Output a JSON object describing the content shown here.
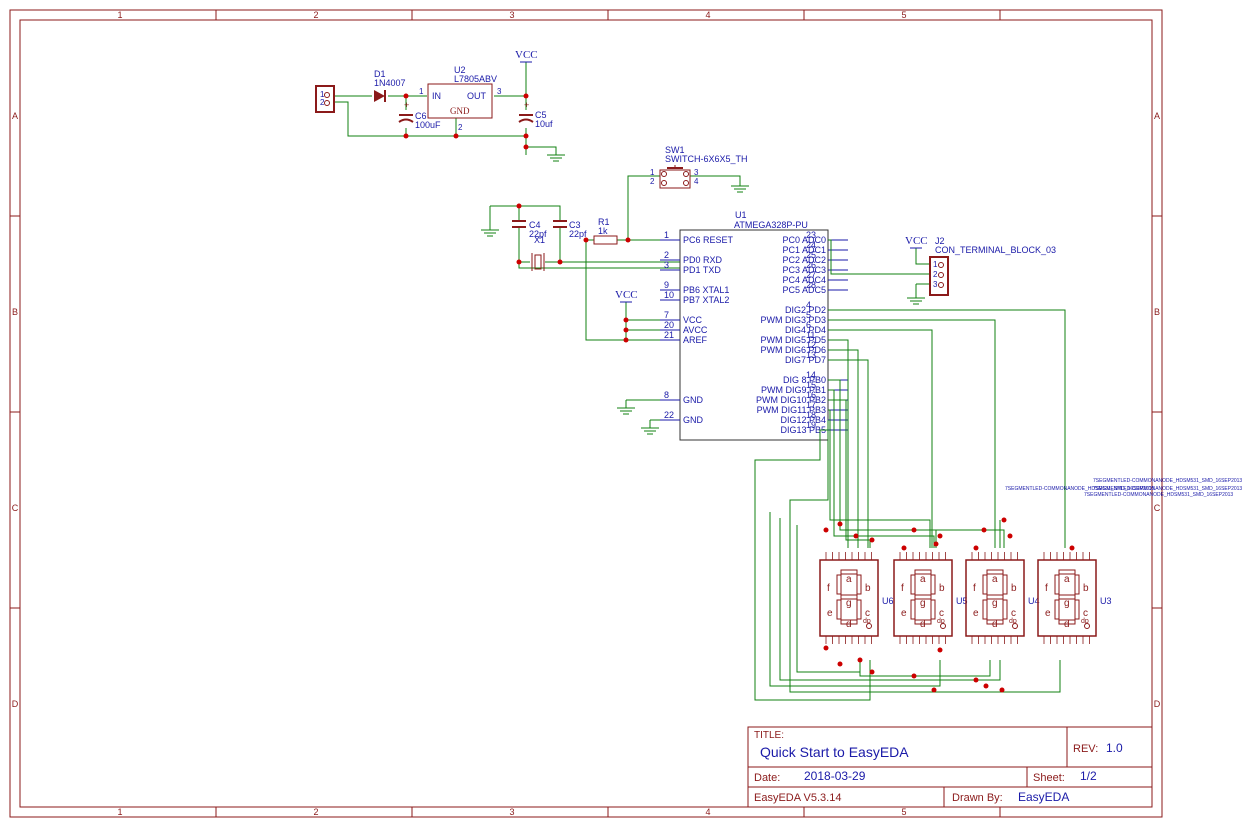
{
  "frame": {
    "columns": [
      "1",
      "2",
      "3",
      "4",
      "5"
    ],
    "rows": [
      "A",
      "B",
      "C",
      "D"
    ]
  },
  "power": {
    "vcc_label": "VCC",
    "gnd_label": "GND"
  },
  "parts": {
    "d1": {
      "ref": "D1",
      "value": "1N4007"
    },
    "u2": {
      "ref": "U2",
      "value": "L7805ABV",
      "pin_in": "IN",
      "pin_out": "OUT",
      "pin_gnd": "GND",
      "pin1": "1",
      "pin2": "2",
      "pin3": "3"
    },
    "c6": {
      "ref": "C6",
      "value": "100uF"
    },
    "c5": {
      "ref": "C5",
      "value": "10uf"
    },
    "sw1": {
      "ref": "SW1",
      "value": "SWITCH-6X6X5_TH",
      "pins": [
        "1",
        "2",
        "3",
        "4"
      ]
    },
    "c4": {
      "ref": "C4",
      "value": "22pf"
    },
    "c3": {
      "ref": "C3",
      "value": "22pf"
    },
    "x1": {
      "ref": "X1"
    },
    "r1": {
      "ref": "R1",
      "value": "1k"
    },
    "j1": {
      "pins": [
        "1",
        "2"
      ]
    },
    "j2": {
      "ref": "J2",
      "value": "CON_TERMINAL_BLOCK_03",
      "pins": [
        "1",
        "2",
        "3"
      ]
    },
    "u1": {
      "ref": "U1",
      "value": "ATMEGA328P-PU",
      "left_pins": [
        {
          "num": "1",
          "name": "PC6 RESET"
        },
        {
          "num": "2",
          "name": "PD0 RXD"
        },
        {
          "num": "3",
          "name": "PD1 TXD"
        },
        {
          "num": "9",
          "name": "PB6 XTAL1"
        },
        {
          "num": "10",
          "name": "PB7 XTAL2"
        },
        {
          "num": "7",
          "name": "VCC"
        },
        {
          "num": "20",
          "name": "AVCC"
        },
        {
          "num": "21",
          "name": "AREF"
        },
        {
          "num": "8",
          "name": "GND"
        },
        {
          "num": "22",
          "name": "GND"
        }
      ],
      "right_pins": [
        {
          "num": "23",
          "name": "PC0 ADC0"
        },
        {
          "num": "24",
          "name": "PC1 ADC1"
        },
        {
          "num": "25",
          "name": "PC2 ADC2"
        },
        {
          "num": "26",
          "name": "PC3 ADC3"
        },
        {
          "num": "27",
          "name": "PC4 ADC4"
        },
        {
          "num": "28",
          "name": "PC5 ADC5"
        },
        {
          "num": "4",
          "name": "DIG2 PD2"
        },
        {
          "num": "5",
          "name": "PWM DIG3 PD3"
        },
        {
          "num": "6",
          "name": "DIG4 PD4"
        },
        {
          "num": "11",
          "name": "PWM DIG5 PD5"
        },
        {
          "num": "12",
          "name": "PWM DIG6 PD6"
        },
        {
          "num": "13",
          "name": "DIG7 PD7"
        },
        {
          "num": "14",
          "name": "DIG 8 PB0"
        },
        {
          "num": "15",
          "name": "PWM DIG9 PB1"
        },
        {
          "num": "16",
          "name": "PWM DIG10 PB2"
        },
        {
          "num": "17",
          "name": "PWM DIG11 PB3"
        },
        {
          "num": "18",
          "name": "DIG12 PB4"
        },
        {
          "num": "19",
          "name": "DIG13 PB5"
        }
      ]
    },
    "displays": [
      {
        "ref": "U6"
      },
      {
        "ref": "U5"
      },
      {
        "ref": "U4"
      },
      {
        "ref": "U3"
      }
    ],
    "segment_letters": {
      "a": "a",
      "b": "b",
      "c": "c",
      "d": "d",
      "e": "e",
      "f": "f",
      "g": "g",
      "dp": "dp"
    },
    "display_value_labels": [
      "7SEGMENTLED-COMMONANODE_HDSM531_SMD_16SEP2013",
      "7SEGMENTLED-COMMONANODE_HDSM531_SMD_16SEP2013",
      "7SEGMENTLED-COMMONANODE_HDSM531_SMD_16SEP2013",
      "7SEGMENTLED-COMMONANODE_HDSM531_SMD_16SEP2013"
    ]
  },
  "title_block": {
    "title_label": "TITLE:",
    "title": "Quick Start to EasyEDA",
    "rev_label": "REV:",
    "rev": "1.0",
    "date_label": "Date:",
    "date": "2018-03-29",
    "sheet_label": "Sheet:",
    "sheet": "1/2",
    "software": "EasyEDA V5.3.14",
    "drawn_by_label": "Drawn By:",
    "drawn_by": "EasyEDA"
  },
  "colors": {
    "frame": "#8b1a1a",
    "wire": "#108010",
    "text": "#1a1aa8",
    "junction": "#cc0000",
    "part": "#8b1a1a"
  }
}
